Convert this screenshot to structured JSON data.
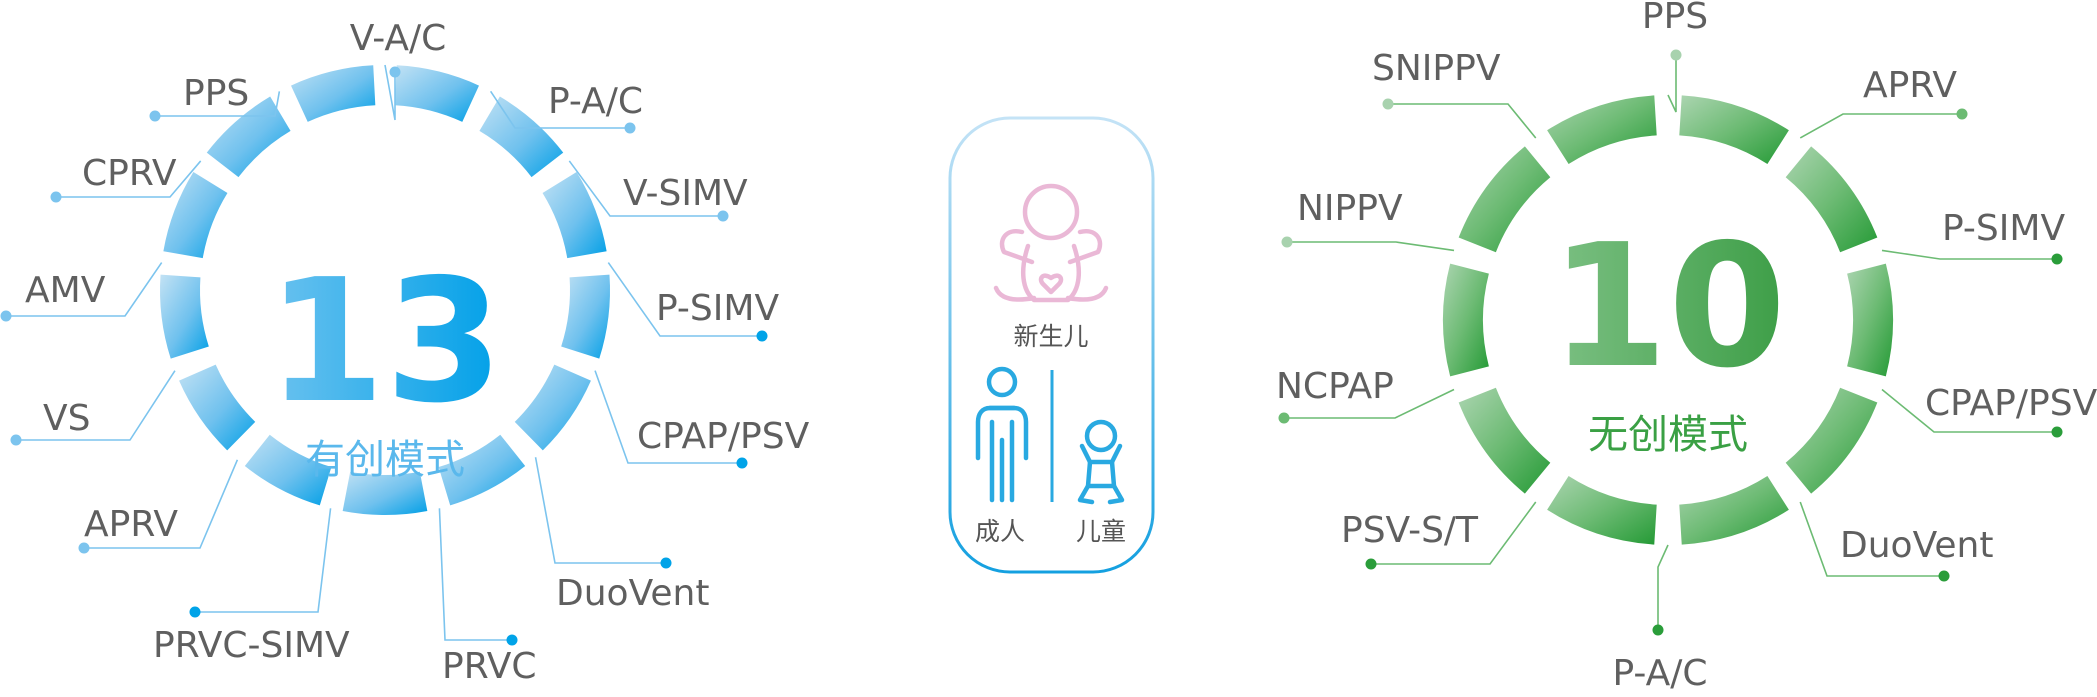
{
  "invasive": {
    "count": "13",
    "caption": "有创模式",
    "modes": [
      "V-A/C",
      "P-A/C",
      "V-SIMV",
      "P-SIMV",
      "CPAP/PSV",
      "DuoVent",
      "PRVC",
      "PRVC-SIMV",
      "APRV",
      "VS",
      "AMV",
      "CPRV",
      "PPS"
    ],
    "colors": {
      "light": "#b9dcf2",
      "mid": "#7cc4ee",
      "dark": "#00a3e8",
      "text": "#5ab8ec"
    }
  },
  "center": {
    "newborn": "新生儿",
    "adult": "成人",
    "child": "儿童",
    "colors": {
      "pink": "#eab8d6",
      "blue": "#29a9e1",
      "border_top": "#bfe1f5",
      "border_bottom": "#1aa0e0"
    }
  },
  "noninvasive": {
    "count": "10",
    "caption": "无创模式",
    "modes": [
      "PPS",
      "APRV",
      "P-SIMV",
      "CPAP/PSV",
      "DuoVent",
      "P-A/C",
      "PSV-S/T",
      "NCPAP",
      "NIPPV",
      "SNIPPV"
    ],
    "colors": {
      "light": "#a8d2ae",
      "mid": "#6cbb73",
      "dark": "#2a9d3a",
      "text": "#3aa044"
    }
  }
}
